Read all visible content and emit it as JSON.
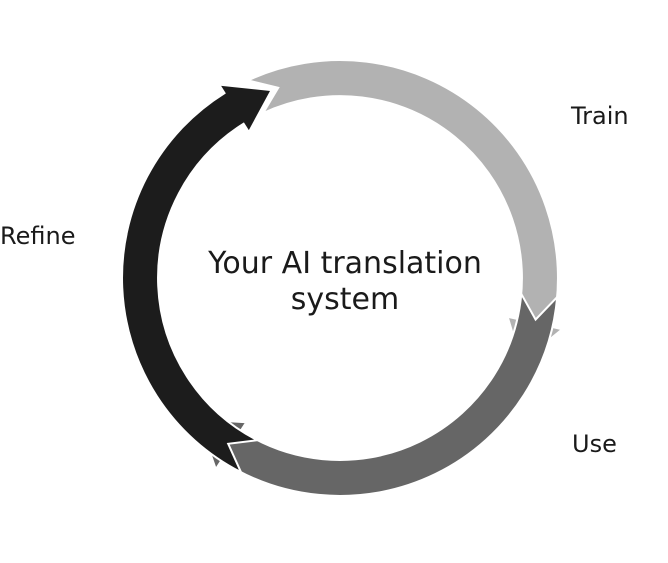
{
  "center": {
    "line1": "Your AI translation",
    "line2": "system"
  },
  "stages": [
    {
      "label": "Train",
      "color": "#b2b2b2"
    },
    {
      "label": "Use",
      "color": "#666666"
    },
    {
      "label": "Refine",
      "color": "#1c1c1c"
    }
  ]
}
